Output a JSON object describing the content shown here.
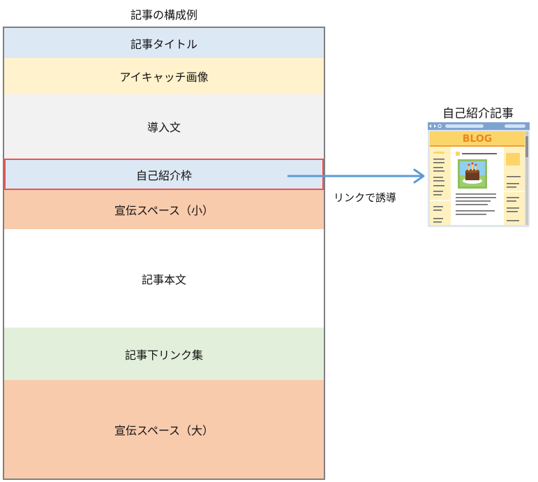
{
  "diagram": {
    "title": "記事の構成例",
    "sections": [
      {
        "label": "記事タイトル",
        "color": "#dde8f5"
      },
      {
        "label": "アイキャッチ画像",
        "color": "#fff2cc"
      },
      {
        "label": "導入文",
        "color": "#f2f2f2"
      },
      {
        "label": "自己紹介枠",
        "color": "#dde8f5",
        "highlight": "#f05050"
      },
      {
        "label": "宣伝スペース（小）",
        "color": "#f8cbad"
      },
      {
        "label": "記事本文",
        "color": "#ffffff"
      },
      {
        "label": "記事下リンク集",
        "color": "#e2efda"
      },
      {
        "label": "宣伝スペース（大）",
        "color": "#f8cbad"
      }
    ],
    "arrow": {
      "label": "リンクで誘導",
      "color": "#5b9bd5"
    },
    "target": {
      "title": "自己紹介記事",
      "illustration_text": "BLOG"
    }
  }
}
